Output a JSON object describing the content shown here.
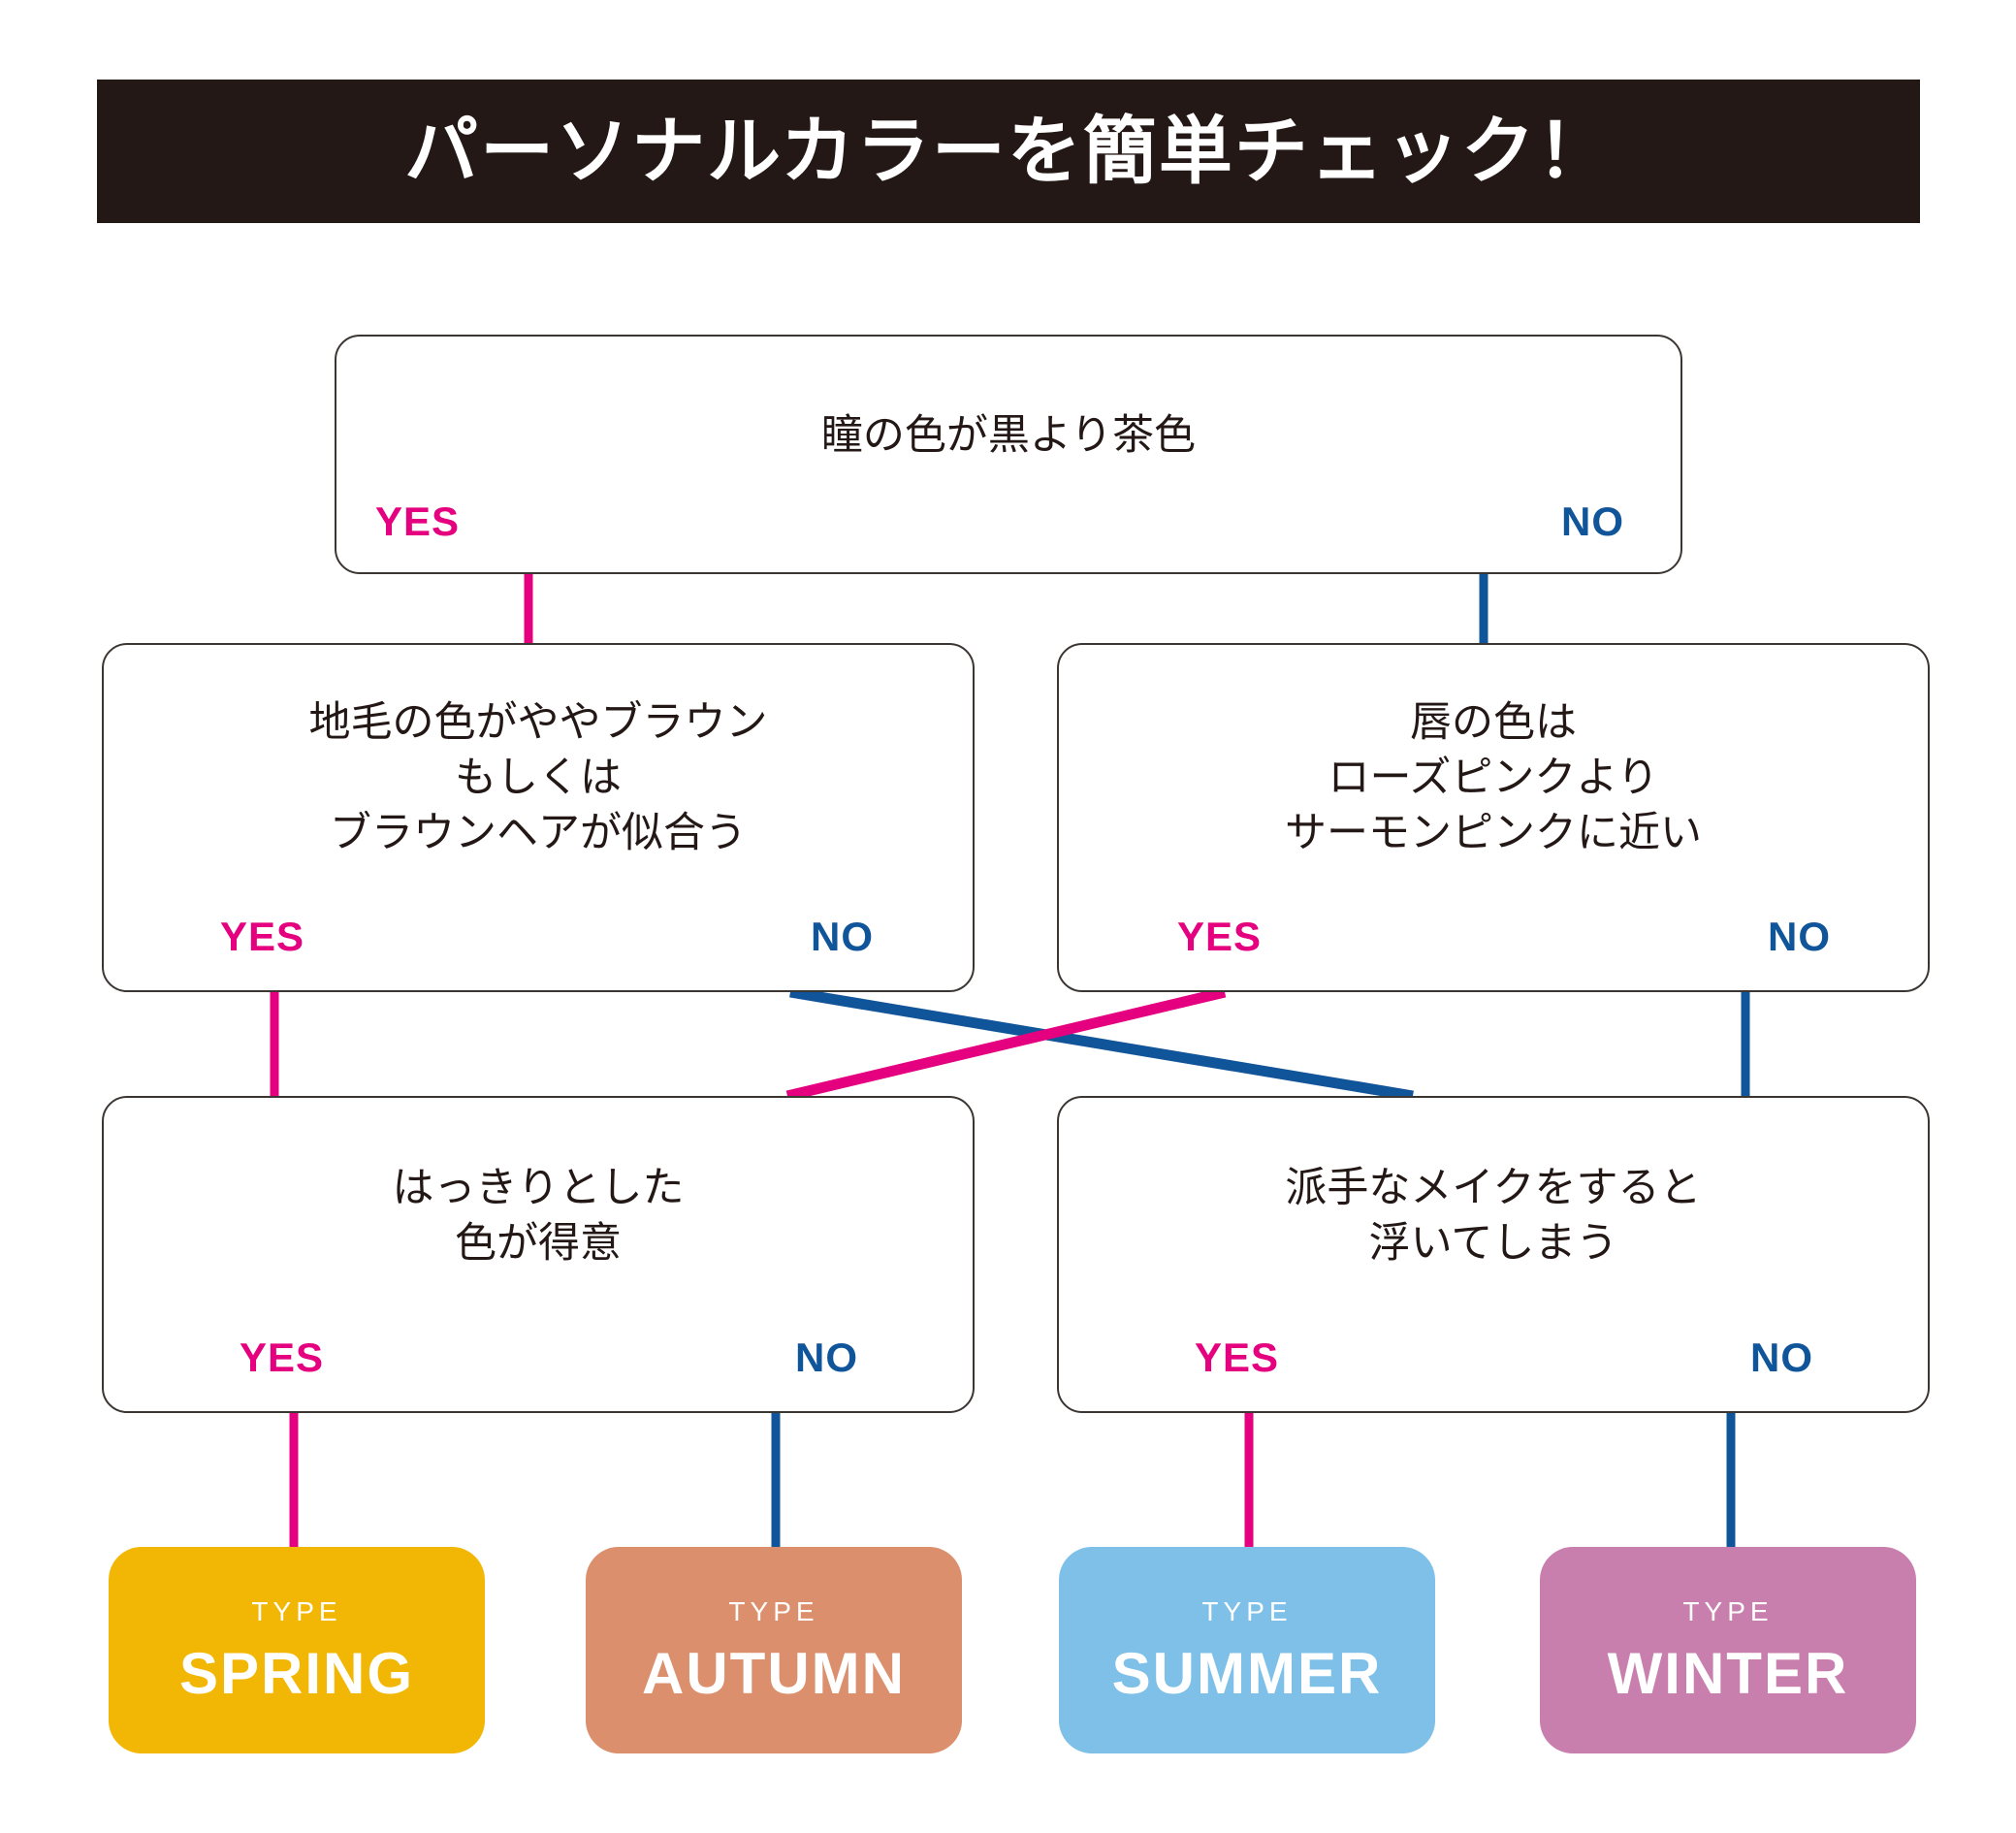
{
  "header": {
    "title": "パーソナルカラーを簡単チェック！"
  },
  "colors": {
    "header_bg": "#231815",
    "yes": "#E4007F",
    "no": "#10559A",
    "box_border": "#3c3633",
    "spring": "#F2B705",
    "autumn": "#DC8F6C",
    "summer": "#7EC0E8",
    "winter": "#C97FAE"
  },
  "labels": {
    "yes": "YES",
    "no": "NO",
    "type_kicker": "TYPE"
  },
  "questions": [
    {
      "id": "q1",
      "text": "瞳の色が黒より茶色",
      "yes": "YES",
      "no": "NO"
    },
    {
      "id": "q2",
      "text": "地毛の色がややブラウン\nもしくは\nブラウンヘアが似合う",
      "yes": "YES",
      "no": "NO"
    },
    {
      "id": "q3",
      "text": "唇の色は\nローズピンクより\nサーモンピンクに近い",
      "yes": "YES",
      "no": "NO"
    },
    {
      "id": "q4",
      "text": "はっきりとした\n色が得意",
      "yes": "YES",
      "no": "NO"
    },
    {
      "id": "q5",
      "text": "派手なメイクをすると\n浮いてしまう",
      "yes": "YES",
      "no": "NO"
    }
  ],
  "results": [
    {
      "id": "c1",
      "kicker": "TYPE",
      "name": "SPRING",
      "color": "#F2B705"
    },
    {
      "id": "c2",
      "kicker": "TYPE",
      "name": "AUTUMN",
      "color": "#DC8F6C"
    },
    {
      "id": "c3",
      "kicker": "TYPE",
      "name": "SUMMER",
      "color": "#7EC0E8"
    },
    {
      "id": "c4",
      "kicker": "TYPE",
      "name": "WINTER",
      "color": "#C97FAE"
    }
  ]
}
